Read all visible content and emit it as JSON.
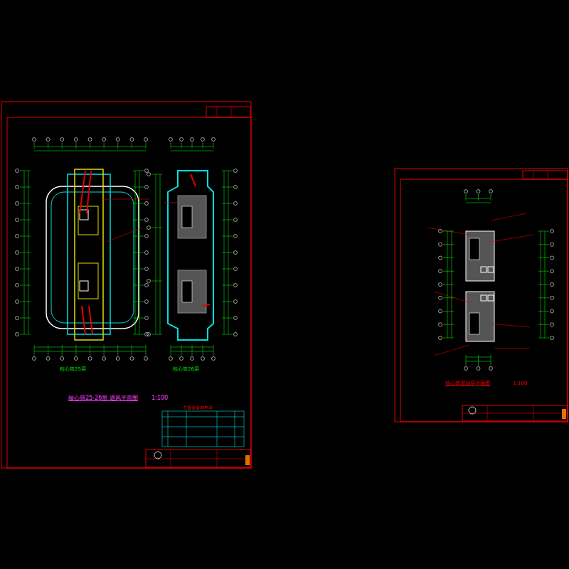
{
  "diagram": {
    "labels": [
      "核心筒25层",
      "核心筒26层",
      "核心筒25-26层 通风平面图",
      "1:100",
      "主要设备材料表",
      "核心筒屋顶层平面图",
      "1:100"
    ]
  }
}
